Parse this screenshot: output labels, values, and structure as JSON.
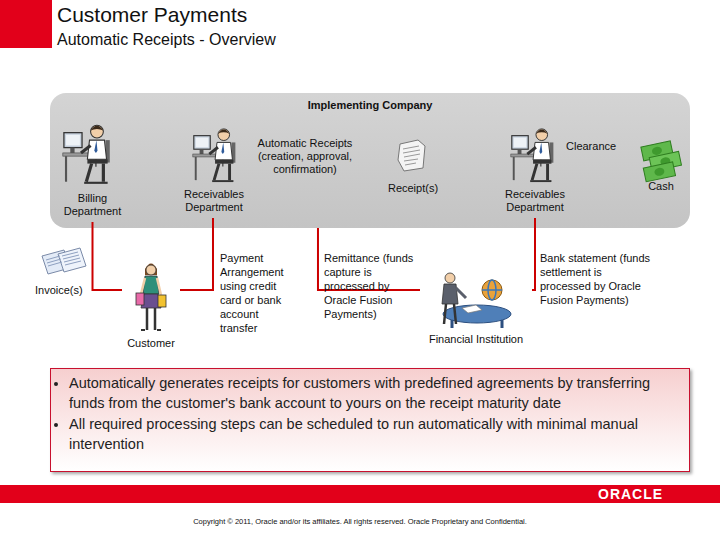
{
  "diagram": {
    "title": "Customer Payments",
    "nodes": [
      {
        "text": [
          "Implementing Company"
        ]
      },
      {
        "text": [
          "Billing Department"
        ],
        "in": 0
      },
      {
        "text": [
          "Receivables Department"
        ],
        "in": 0
      },
      {
        "text": [
          "Receipt(s)"
        ],
        "in": 0
      },
      {
        "text": [
          "Receivables Department"
        ],
        "in": 0
      },
      {
        "text": [
          "Cash"
        ],
        "in": 0
      },
      {
        "text": [
          "Customer"
        ]
      },
      {
        "text": [
          "Financial Institution"
        ]
      },
      {
        "text": [
          "Automatically generates receipts for customers with predefined agreements by transferring funds from the customer's bank account to yours on the receipt maturity date",
          "All required processing steps can be scheduled to run automatically with minimal manual intervention"
        ]
      },
      {
        "text": [
          "ORACLE"
        ]
      }
    ],
    "edges": [
      {
        "from": 1,
        "to": 6,
        "label": "Invoice(s)",
        "arrow": "none"
      },
      {
        "from": 6,
        "to": 2,
        "label": "Payment Arrangement using credit card or bank account transfer",
        "arrow": "none"
      },
      {
        "from": 3,
        "to": 7,
        "label": "Remittance (funds capture is processed by Oracle Fusion Payments)",
        "arrow": "none"
      },
      {
        "from": 7,
        "to": 4,
        "label": "Bank statement (funds settlement is processed by Oracle Fusion Payments)",
        "arrow": "none"
      }
    ],
    "labels": [
      "Automatic Receipts - Overview",
      "Automatic Receipts (creation, approval, confirmation)",
      "Clearance",
      "Copyright © 2011, Oracle and/or its affiliates. All rights reserved. Oracle Proprietary and Confidential."
    ]
  }
}
